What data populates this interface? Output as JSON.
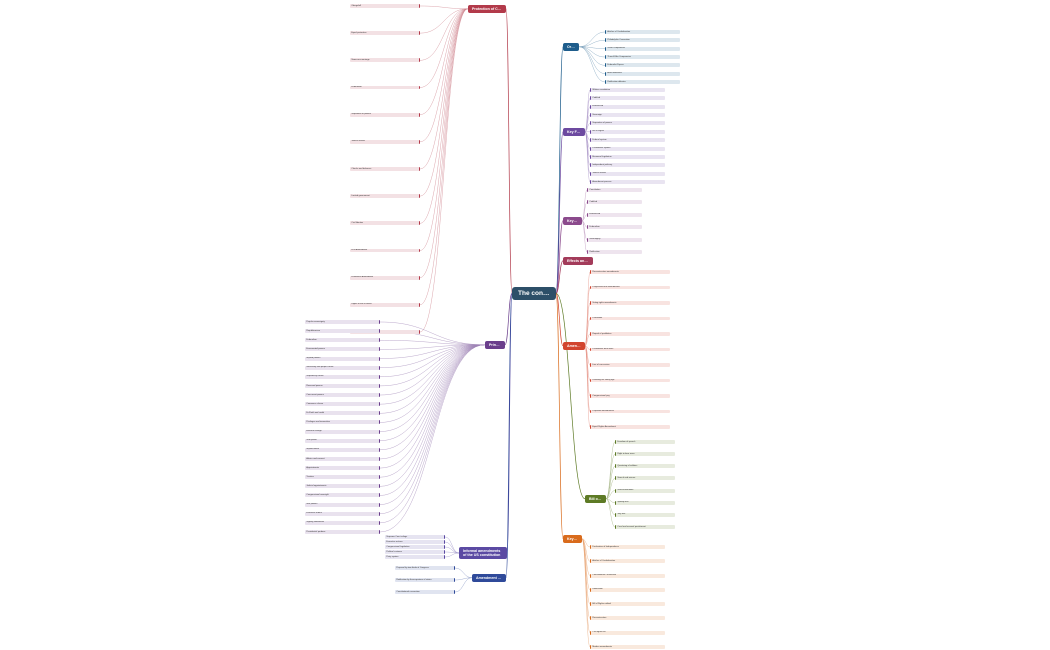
{
  "root": {
    "label": "The constitution"
  },
  "colors": {
    "root": "#2d4f68",
    "civil_rights": "#b23a4a",
    "principles": "#6a3e8c",
    "informal": "#5b4aa3",
    "amendment_process": "#2f4a9a",
    "origins": "#1e5d8c",
    "key_features": "#6d4aa0",
    "key_words": "#8b4a8c",
    "effects": "#a33b5a",
    "amendments": "#d2452f",
    "key_dates": "#d96b1c",
    "bill_of_rights": "#5d7a25",
    "highlight": "#e05050"
  },
  "branches": {
    "civil_rights": "Protection of Civil Rights",
    "principles": "Principles",
    "informal": "Informal amendments of the US constitution",
    "amendment_process": "Amendment process",
    "origins": "Origins",
    "key_features": "Key Features",
    "key_words": "Key words",
    "effects": "Effects and Interests",
    "amendments": "Amendments",
    "key_dates": "Key Dates",
    "bill_of_rights": "Bill of Rights"
  },
  "leaves": {
    "civil_rights": [
      "Obergefell",
      "Equal protection",
      "Same-sex marriage",
      "Federalism",
      "Separation of powers",
      "Judicial review",
      "Checks and balances",
      "Limited government",
      "Civil liberties",
      "First Amendment",
      "Fourteenth Amendment",
      "Rights of the accused",
      "Due process"
    ],
    "principles": [
      "Popular sovereignty",
      "Republicanism",
      "Federalism",
      "Enumerated powers",
      "Implied powers",
      "Necessary and proper clause",
      "Supremacy clause",
      "Reserved powers",
      "Concurrent powers",
      "Commerce clause",
      "Full faith and credit",
      "Privileges and immunities",
      "Electoral college",
      "Veto power",
      "Impeachment",
      "Advice and consent",
      "Appointments",
      "Treaties",
      "Judicial appointments",
      "Congressional oversight",
      "War powers",
      "Executive orders",
      "Signing statements",
      "Presidential pardons"
    ],
    "informal": [
      "Supreme Court rulings",
      "Executive actions",
      "Congressional legislation",
      "Political customs",
      "Party system"
    ],
    "amendment_process": [
      "Proposal by two-thirds of Congress",
      "Ratification by three-quarters of states",
      "Constitutional convention"
    ],
    "origins": [
      "Articles of Confederation",
      "Philadelphia Convention",
      "Great Compromise",
      "Three-Fifths Compromise",
      "Federalist Papers",
      "Anti-Federalists",
      "Ratification debates"
    ],
    "key_features": [
      "Written constitution",
      "Codified",
      "Entrenched",
      "Sovereign",
      "Separation of powers",
      "Bill of Rights",
      "Federal system",
      "Presidential system",
      "Bicameral legislature",
      "Independent judiciary",
      "Judicial review",
      "Amendment process"
    ],
    "key_words": [
      "Constitution",
      "Codified",
      "Entrenched",
      "Federalism",
      "Sovereignty",
      "Ratification"
    ],
    "amendments": [
      "Reconstruction amendments",
      "Progressive-era amendments",
      "Voting rights amendments",
      "Prohibition",
      "Repeal of prohibition",
      "Presidential term limits",
      "Line of succession",
      "Lowering the voting age",
      "Congressional pay",
      "Proposed amendments",
      "Equal Rights Amendment"
    ],
    "key_dates": [
      "Declaration of Independence",
      "Articles of Confederation",
      "Constitutional Convention",
      "Ratification",
      "Bill of Rights ratified",
      "Reconstruction",
      "Civil rights era",
      "Modern amendments"
    ],
    "bill_of_rights": [
      "Freedom of speech",
      "Right to bear arms",
      "Quartering of soldiers",
      "Search and seizure",
      "Self-incrimination",
      "Speedy trial",
      "Jury trial",
      "Cruel and unusual punishment"
    ]
  }
}
